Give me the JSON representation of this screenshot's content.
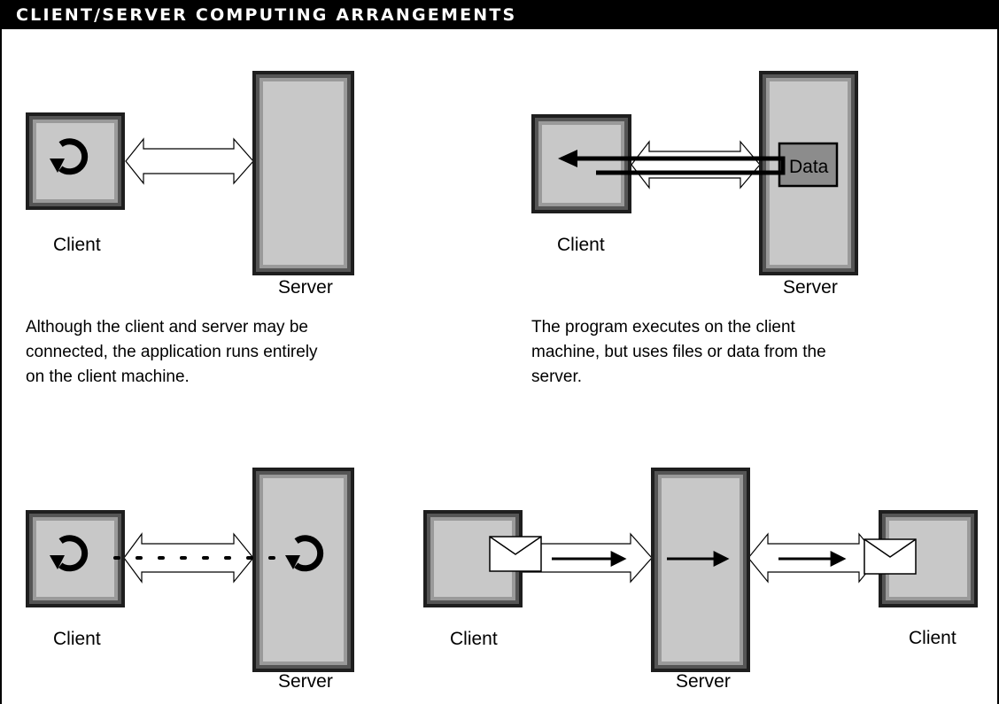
{
  "title": "CLIENT/SERVER COMPUTING ARRANGEMENTS",
  "colors": {
    "box_face": "#c8c8c8",
    "box_frame_outer": "#1e1e1e",
    "box_frame_inner": "#9a9a9a",
    "data_box": "#8c8c8c",
    "ink": "#000000"
  },
  "panels": [
    {
      "client_label": "Client",
      "server_label": "Server",
      "caption": "Although the client and server may be connected, the application runs entirely on the client machine."
    },
    {
      "client_label": "Client",
      "server_label": "Server",
      "data_label": "Data",
      "caption": "The program executes on the client machine, but uses files or data from the server."
    },
    {
      "client_label": "Client",
      "server_label": "Server"
    },
    {
      "client_left_label": "Client",
      "server_label": "Server",
      "client_right_label": "Client"
    }
  ]
}
